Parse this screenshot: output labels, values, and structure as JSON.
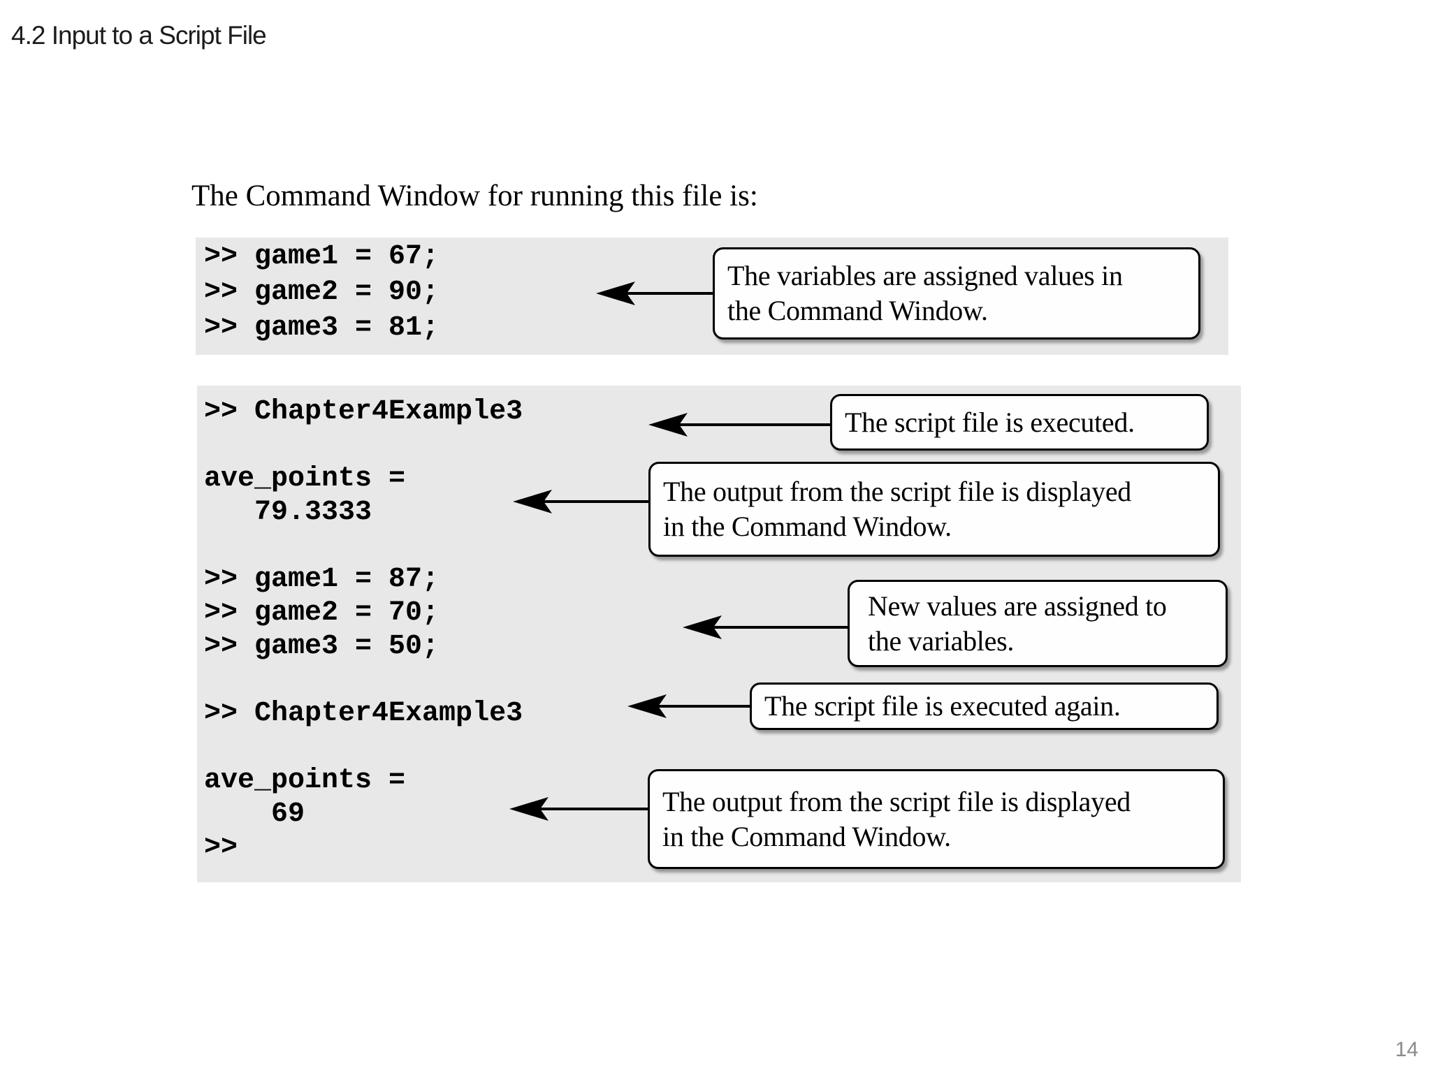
{
  "page": {
    "title": "4.2 Input to a Script File",
    "number": "14"
  },
  "intro_text": "The Command Window for running this file is:",
  "command_window_first": {
    "code": ">> game1 = 67;\n>> game2 = 90;\n>> game3 = 81;"
  },
  "command_window_second": {
    "code": ">> Chapter4Example3\n\nave_points =\n   79.3333\n\n>> game1 = 87;\n>> game2 = 70;\n>> game3 = 50;\n\n>> Chapter4Example3\n\nave_points =\n    69\n>>"
  },
  "callouts": [
    {
      "text": "The variables are assigned values in\nthe Command Window."
    },
    {
      "text": "The script file is executed."
    },
    {
      "text": "The output from the script file is displayed\nin the Command Window."
    },
    {
      "text": "New values are assigned to\nthe variables."
    },
    {
      "text": "The script file is executed again."
    },
    {
      "text": "The output from the script file is displayed\nin the Command Window."
    }
  ],
  "colors": {
    "page_bg": "#ffffff",
    "panel_bg": "#e8e8e8",
    "callout_bg": "#fefefe",
    "callout_border": "#000000",
    "code_text": "#000000",
    "page_number": "#8a8a8a"
  }
}
